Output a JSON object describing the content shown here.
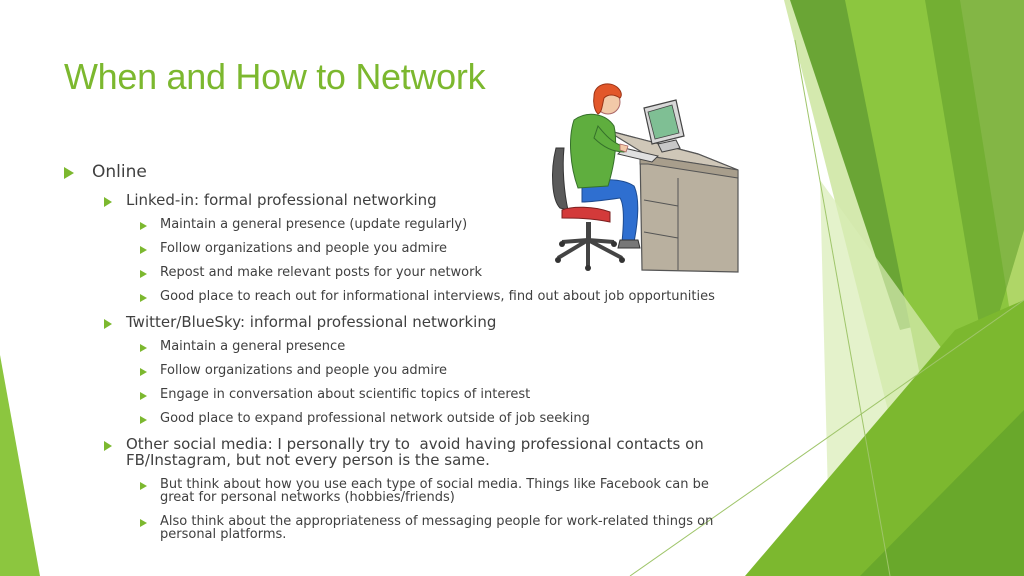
{
  "title": "When and How to Network",
  "colors": {
    "accent": "#7cb82f",
    "body_text": "#404040",
    "light_green": "#c9e49a",
    "mid_green": "#8cc63f",
    "dark_green": "#5e9d2a"
  },
  "illustration": {
    "name": "person-at-computer-icon"
  },
  "bullets": [
    {
      "level": 1,
      "text": "Online"
    },
    {
      "level": 2,
      "text": "Linked-in: formal professional networking"
    },
    {
      "level": 3,
      "text": "Maintain a general presence (update regularly)"
    },
    {
      "level": 3,
      "text": "Follow organizations and people you admire"
    },
    {
      "level": 3,
      "text": "Repost and make relevant posts for your network"
    },
    {
      "level": 3,
      "text": "Good place to reach out for informational interviews, find out about job opportunities"
    },
    {
      "level": 2,
      "text": "Twitter/BlueSky: informal professional networking"
    },
    {
      "level": 3,
      "text": "Maintain a general presence"
    },
    {
      "level": 3,
      "text": "Follow organizations and people you admire"
    },
    {
      "level": 3,
      "text": "Engage in conversation about scientific topics of interest"
    },
    {
      "level": 3,
      "text": "Good place to expand professional network outside of job seeking"
    },
    {
      "level": 2,
      "text": "Other social media: I personally try to  avoid having professional contacts on FB/Instagram, but not every person is the same."
    },
    {
      "level": 3,
      "text": "But think about how you use each type of social media. Things like Facebook can be great for personal networks (hobbies/friends)"
    },
    {
      "level": 3,
      "text": "Also think about the appropriateness of messaging people for work-related things on personal platforms."
    }
  ]
}
